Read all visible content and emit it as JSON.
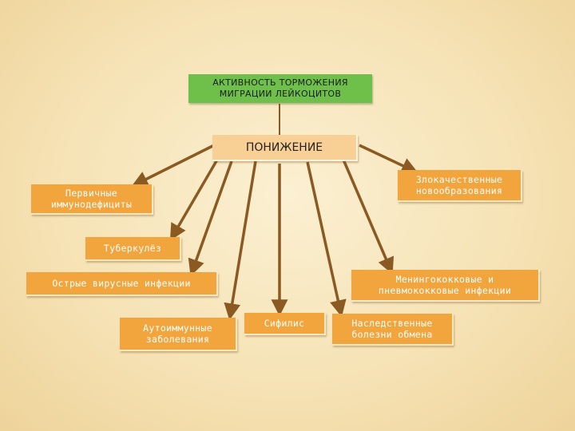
{
  "title_box": "АКТИВНОСТЬ ТОРМОЖЕНИЯ\nМИГРАЦИИ ЛЕЙКОЦИТОВ",
  "center_box": "ПОНИЖЕНИЕ",
  "nodes": {
    "primary_immunodeficiency": "Первичные\nиммунодефициты",
    "malignant_neoplasms": "Злокачественные\nновообразования",
    "tuberculosis": "Туберкулёз",
    "acute_viral_infections": "Острые вирусные инфекции",
    "meningococcal_infections": "Менингококковые и\nпневмококковые инфекции",
    "autoimmune_diseases": "Аутоиммунные\nзаболевания",
    "syphilis": "Сифилис",
    "hereditary_metabolic": "Наследственные\nболезни обмена"
  },
  "colors": {
    "title_bg": "#6ec04a",
    "center_bg": "#f8cf95",
    "node_bg": "#f2a53c",
    "arrow": "#8a5a22"
  }
}
